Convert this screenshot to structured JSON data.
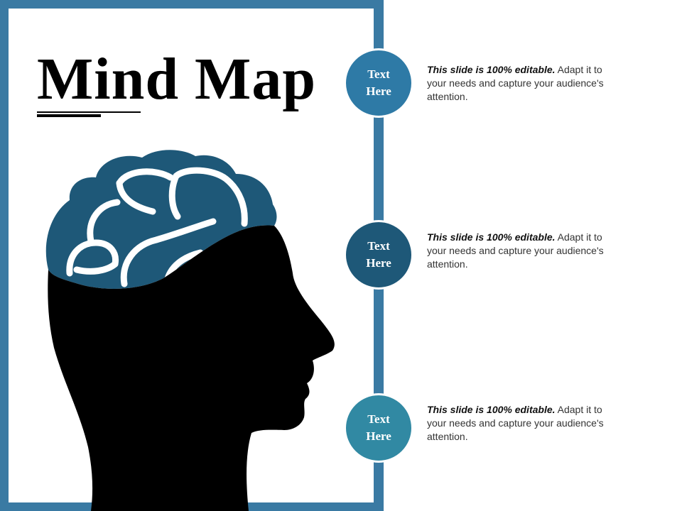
{
  "title": "Mind Map",
  "colors": {
    "frame": "#3a7aa3",
    "brain": "#1e5878",
    "node_1": "#2e7aa6",
    "node_2": "#1e5878",
    "node_3": "#3189a3",
    "silhouette": "#000000"
  },
  "items": [
    {
      "label_line1": "Text",
      "label_line2": "Here",
      "desc_bold": "This slide is 100% editable.",
      "desc_rest": " Adapt it to your needs and capture your audience's attention."
    },
    {
      "label_line1": "Text",
      "label_line2": "Here",
      "desc_bold": "This slide is 100% editable.",
      "desc_rest": " Adapt it to your needs and capture your audience's attention."
    },
    {
      "label_line1": "Text",
      "label_line2": "Here",
      "desc_bold": "This slide is 100% editable.",
      "desc_rest": " Adapt it to your needs and capture your audience's attention."
    }
  ]
}
